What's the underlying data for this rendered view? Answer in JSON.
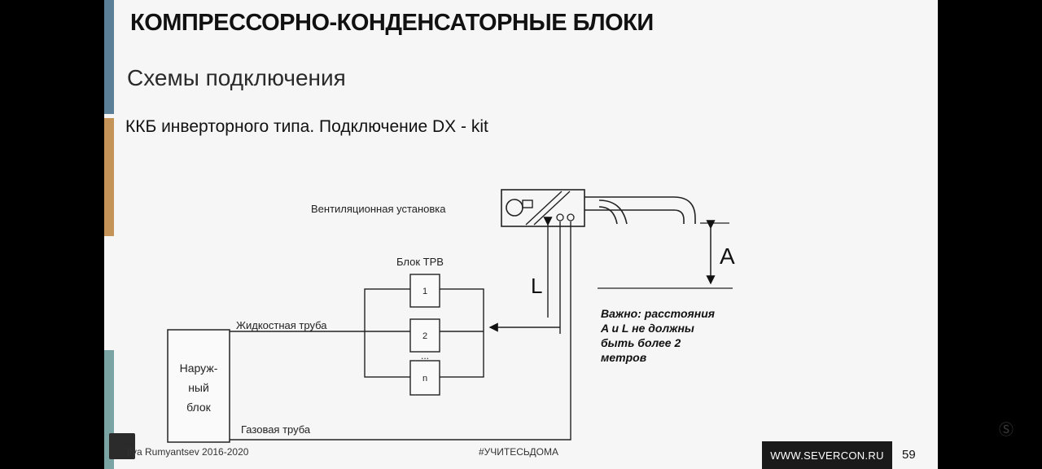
{
  "slide": {
    "title": "КОМПРЕССОРНО-КОНДЕНСАТОРНЫЕ БЛОКИ",
    "subtitle": "Схемы подключения",
    "heading": "ККБ инверторного типа. Подключение DX - kit"
  },
  "diagram": {
    "ventilation_label": "Вентиляционная установка",
    "trv_label": "Блок ТРВ",
    "valves": [
      "1",
      "2",
      "n"
    ],
    "valve_dots": "...",
    "liquid_pipe_label": "Жидкостная труба",
    "gas_pipe_label": "Газовая труба",
    "outdoor_unit_lines": [
      "Наруж-",
      "ный",
      "блок"
    ],
    "label_L": "L",
    "label_A": "A",
    "note_lines": [
      "Важно: расстояния",
      "A и L не должны",
      "быть более 2",
      "метров"
    ]
  },
  "footer": {
    "author": "Ilya Rumyantsev  2016-2020",
    "hashtag": "#УЧИТЕСЬДОМА",
    "website": "WWW.SEVERCON.RU",
    "page_number": "59"
  },
  "colors": {
    "accent_blue": "#5a7f97",
    "accent_orange": "#c49358",
    "accent_teal": "#7aa3a3",
    "footer_bar": "#1a1a1a"
  }
}
